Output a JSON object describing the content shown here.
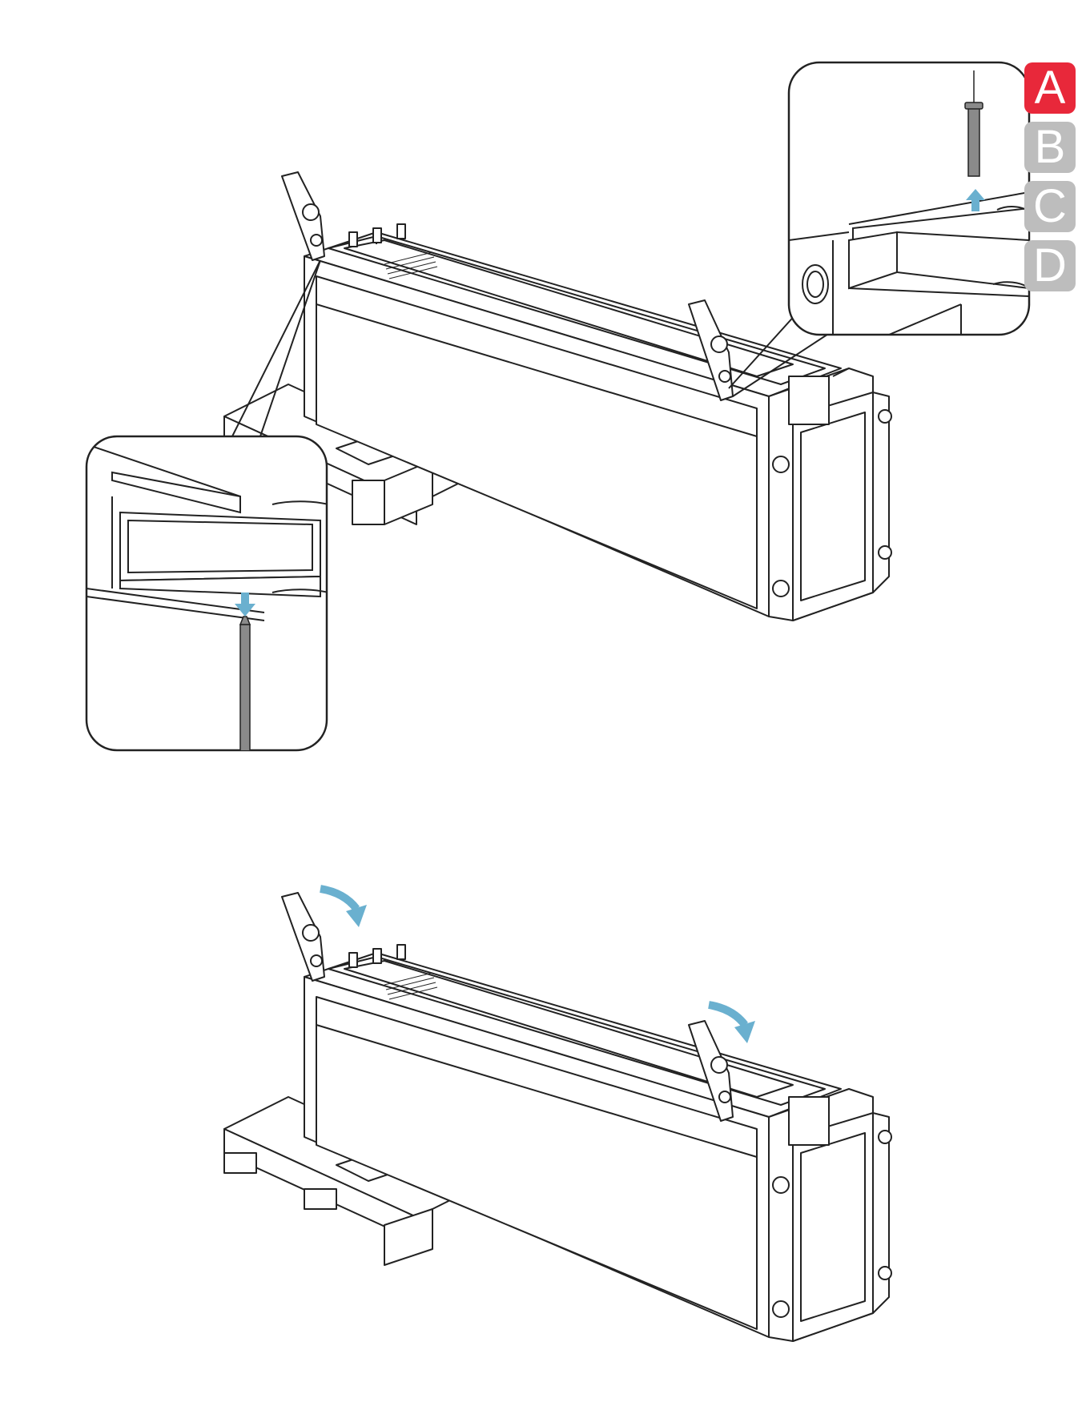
{
  "step_tabs": [
    {
      "label": "A",
      "state": "active"
    },
    {
      "label": "B",
      "state": "inactive"
    },
    {
      "label": "C",
      "state": "inactive"
    },
    {
      "label": "D",
      "state": "inactive"
    }
  ],
  "colors": {
    "active_tab": "#e8283a",
    "inactive_tab": "#bdbdbd",
    "arrow": "#6ab0cf",
    "line_art": "#222222"
  },
  "icons": {
    "arrow_down": "arrow-down-icon",
    "arrow_up": "arrow-up-icon",
    "arrow_rotate": "curved-arrow-icon"
  }
}
